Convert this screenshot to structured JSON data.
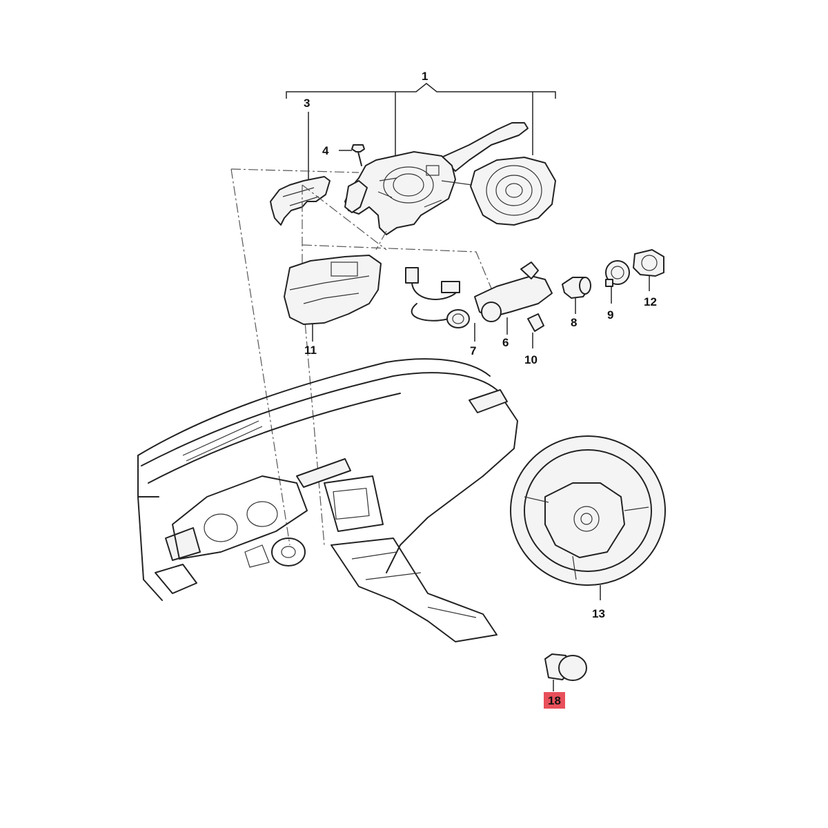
{
  "callouts": {
    "c1": "1",
    "c3": "3",
    "c4": "4",
    "c6": "6",
    "c7": "7",
    "c8": "8",
    "c9": "9",
    "c10": "10",
    "c11": "11",
    "c12": "12",
    "c13": "13",
    "c18": "18"
  },
  "colors": {
    "highlight": "#e8505b",
    "line": "#222222"
  }
}
